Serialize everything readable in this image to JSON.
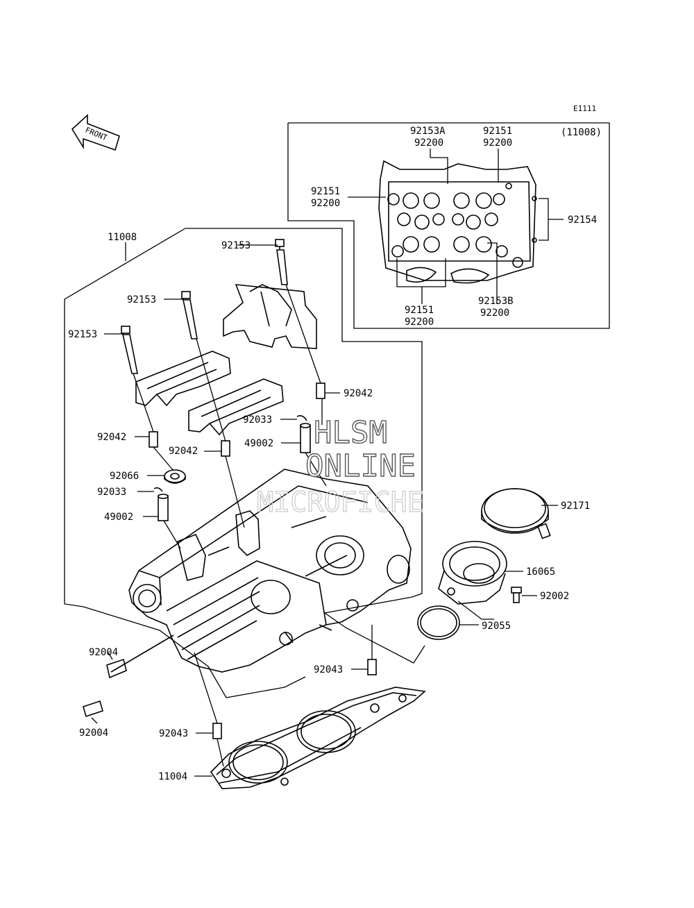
{
  "diagram": {
    "code": "E1111",
    "front_arrow": "FRONT",
    "inset_ref": "(11008)",
    "watermark": [
      "HLSM",
      "ONLINE",
      "MICROFICHE"
    ],
    "labels": {
      "l92153a_top": "92153A",
      "l92200_a": "92200",
      "l92151_top": "92151",
      "l92200_b": "92200",
      "l92151_left": "92151",
      "l92200_c": "92200",
      "l92154": "92154",
      "l92151_bottom": "92151",
      "l92200_d": "92200",
      "l92153b": "92153B",
      "l92200_e": "92200",
      "l11008": "11008",
      "l92153_1": "92153",
      "l92153_2": "92153",
      "l92153_3": "92153",
      "l92042_1": "92042",
      "l92042_2": "92042",
      "l92042_3": "92042",
      "l92033_1": "92033",
      "l49002_1": "49002",
      "l92066": "92066",
      "l92033_2": "92033",
      "l49002_2": "49002",
      "l92171": "92171",
      "l16065": "16065",
      "l92002": "92002",
      "l92055": "92055",
      "l92004_1": "92004",
      "l92004_2": "92004",
      "l92043_1": "92043",
      "l92043_2": "92043",
      "l11004": "11004"
    }
  }
}
